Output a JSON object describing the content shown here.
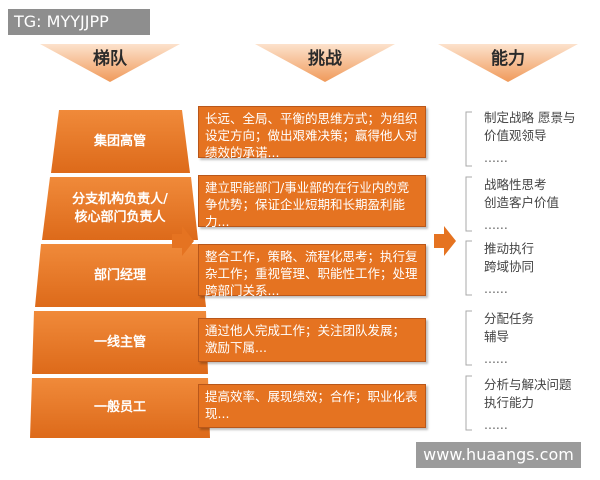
{
  "tag": {
    "text": "TG: MYYJJPP"
  },
  "headers": {
    "tiers": "梯队",
    "challenges": "挑战",
    "abilities": "能力"
  },
  "tiers": [
    {
      "label": "集团高管"
    },
    {
      "label": "分支机构负责人/\n核心部门负责人"
    },
    {
      "label": "部门经理"
    },
    {
      "label": "一线主管"
    },
    {
      "label": "一般员工"
    }
  ],
  "challenges": [
    {
      "text": "长远、全局、平衡的思维方式；为组织设定方向；做出艰难决策；赢得他人对绩效的承诺..."
    },
    {
      "text": "建立职能部门/事业部的在行业内的竞争优势；保证企业短期和长期盈利能力..."
    },
    {
      "text": "整合工作，策略、流程化思考；执行复杂工作；重视管理、职能性工作；处理跨部门关系..."
    },
    {
      "text": "通过他人完成工作；关注团队发展；  激励下属..."
    },
    {
      "text": "提高效率、展现绩效；合作；职业化表现..."
    }
  ],
  "abilities": [
    {
      "lines": [
        "制定战略  愿景与",
        "价值观领导"
      ],
      "more": "......"
    },
    {
      "lines": [
        "战略性思考",
        "创造客户价值"
      ],
      "more": "......"
    },
    {
      "lines": [
        "推动执行",
        "跨域协同"
      ],
      "more": "......"
    },
    {
      "lines": [
        "分配任务",
        "辅导"
      ],
      "more": "......"
    },
    {
      "lines": [
        "分析与解决问题",
        "执行能力"
      ],
      "more": "......"
    }
  ],
  "watermark": {
    "text": "www.huaangs.com"
  },
  "colors": {
    "orange": "#e57321",
    "orange_light": "#f3a774",
    "bracket": "#a9a9a9"
  }
}
